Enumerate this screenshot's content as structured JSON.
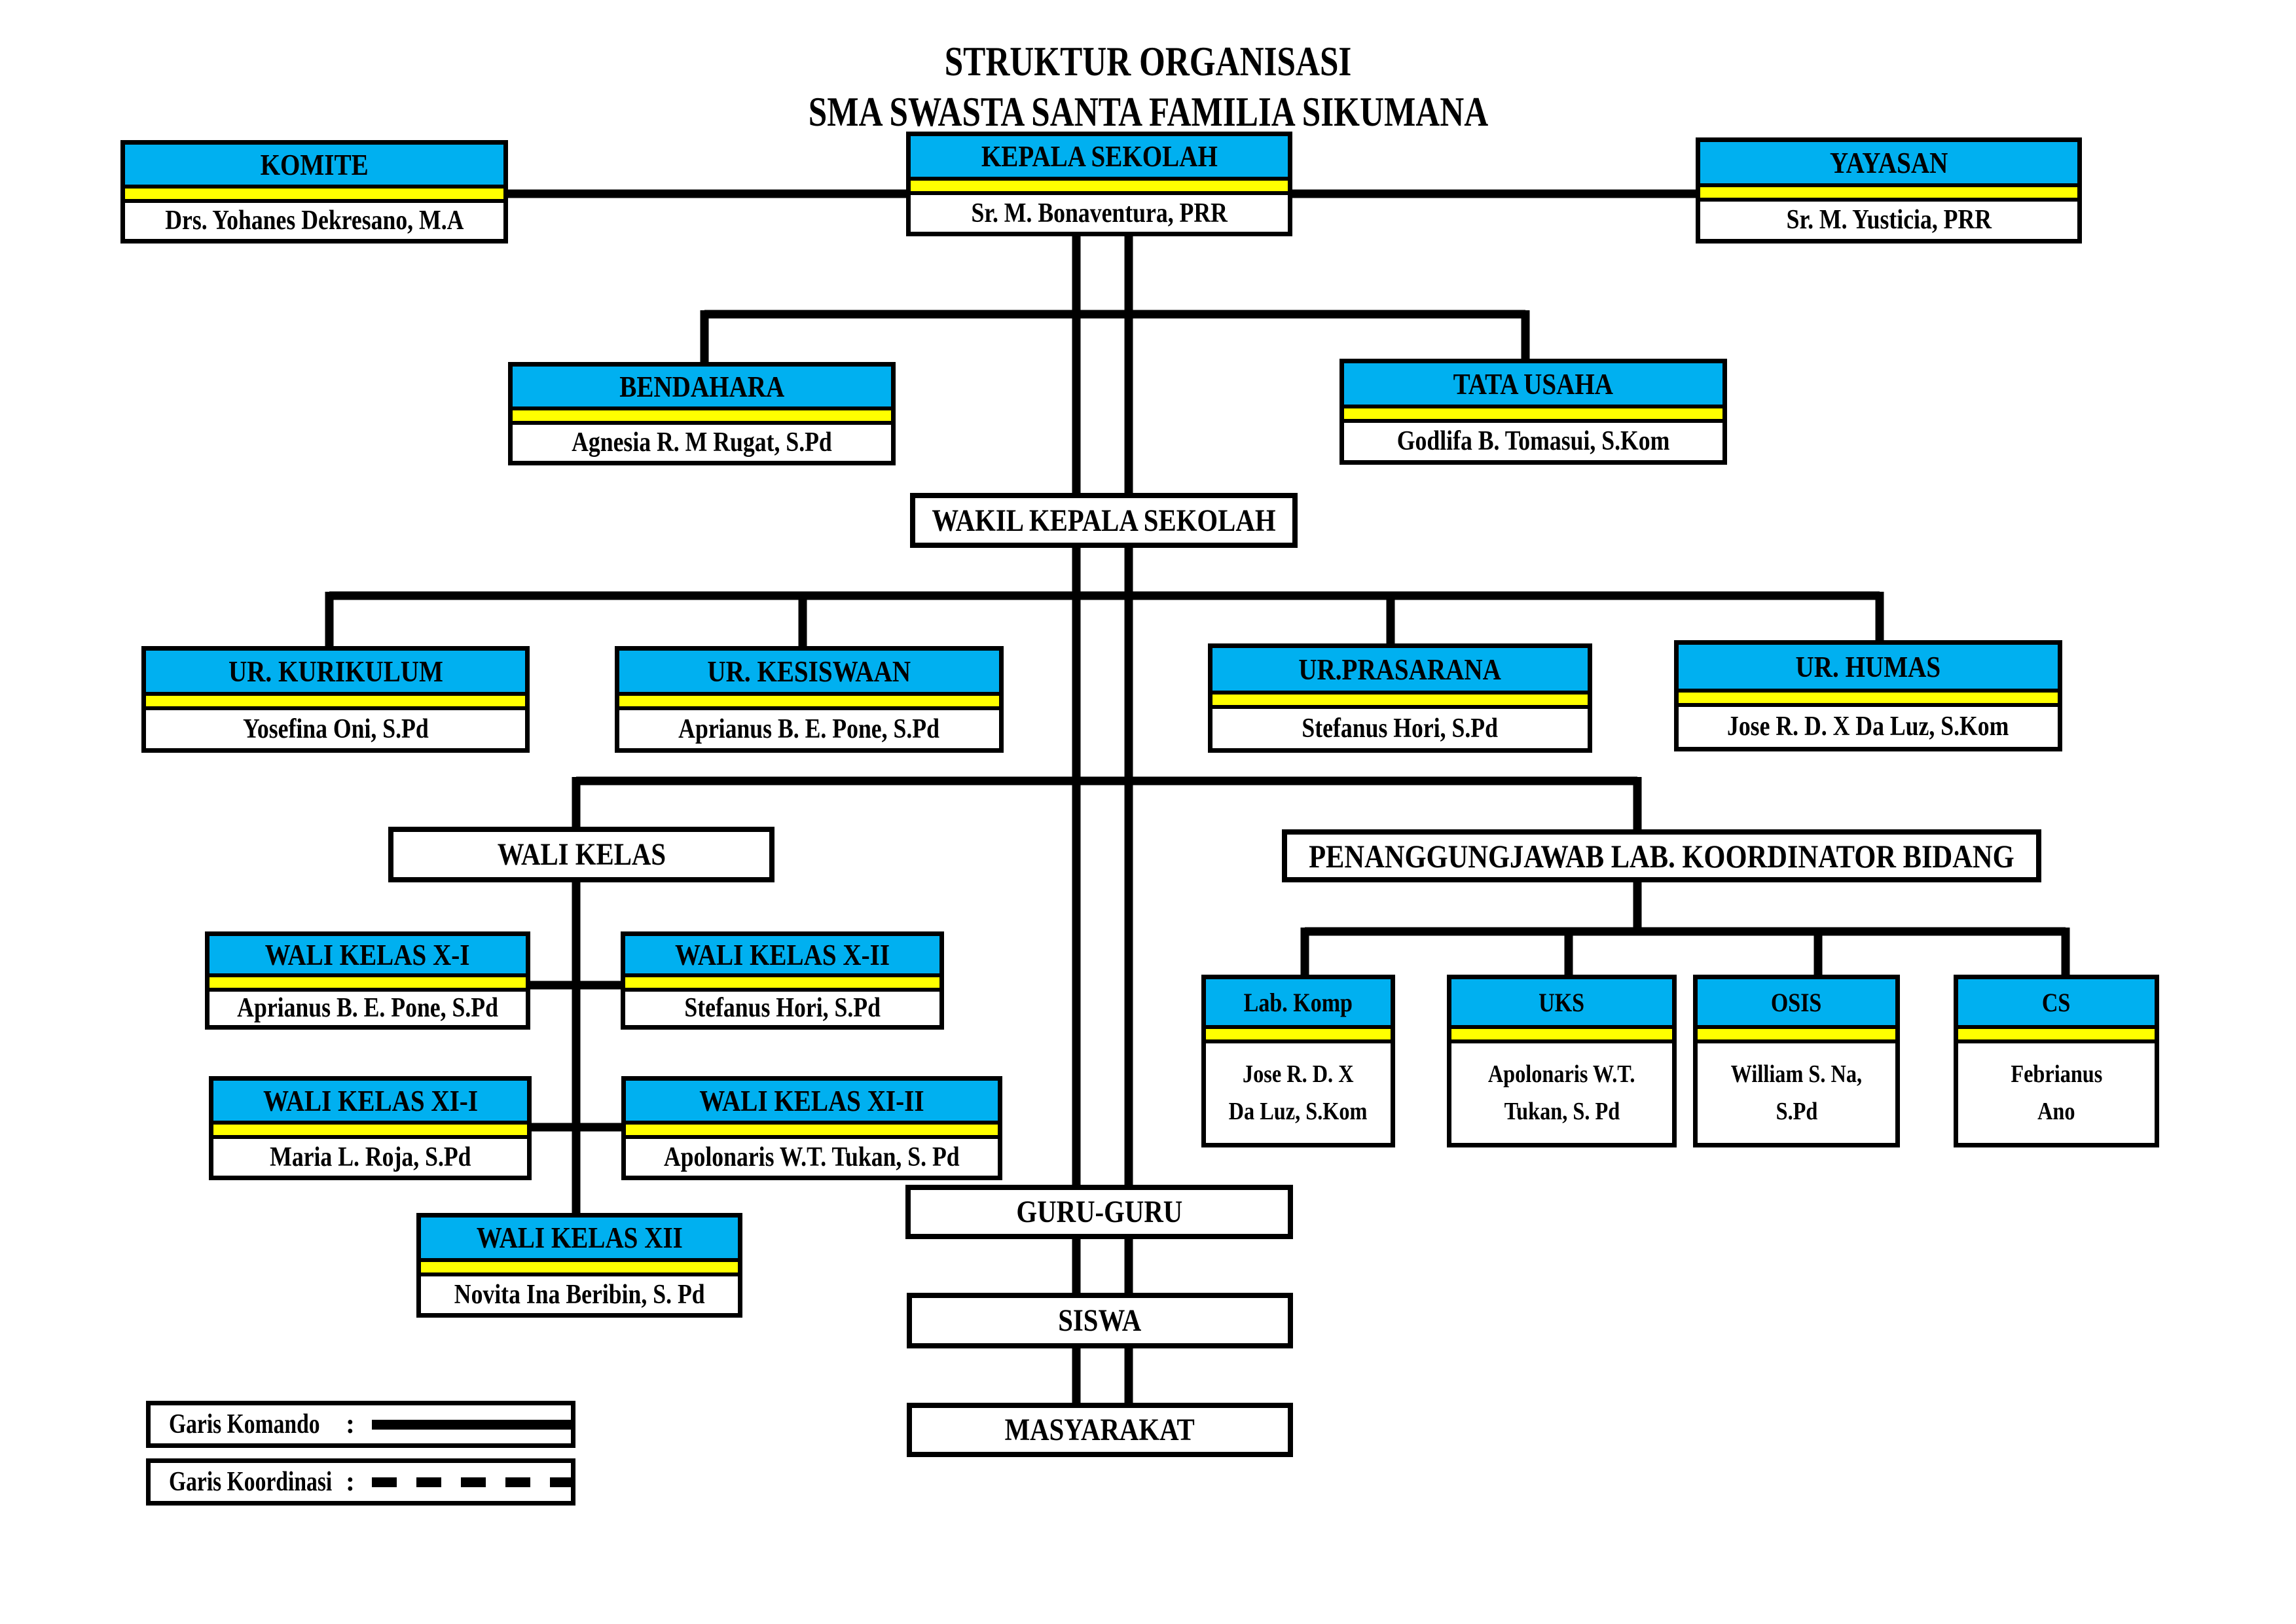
{
  "title": {
    "line1": "STRUKTUR ORGANISASI",
    "line2": "SMA SWASTA SANTA FAMILIA SIKUMANA"
  },
  "colors": {
    "header_fill": "#00B0F0",
    "stripe_fill": "#FFFF00",
    "line": "#000000",
    "box_bg": "#FFFFFF"
  },
  "nodes": {
    "komite": {
      "title": "KOMITE",
      "name": "Drs. Yohanes Dekresano, M.A"
    },
    "kepala_sekolah": {
      "title": "KEPALA SEKOLAH",
      "name": "Sr. M. Bonaventura, PRR"
    },
    "yayasan": {
      "title": "YAYASAN",
      "name": "Sr. M. Yusticia, PRR"
    },
    "bendahara": {
      "title": "BENDAHARA",
      "name": "Agnesia R. M Rugat, S.Pd"
    },
    "tata_usaha": {
      "title": "TATA USAHA",
      "name": "Godlifa B. Tomasui, S.Kom"
    },
    "wakil_kepala_sekolah": {
      "title": "WAKIL KEPALA SEKOLAH"
    },
    "ur_kurikulum": {
      "title": "UR. KURIKULUM",
      "name": "Yosefina Oni, S.Pd"
    },
    "ur_kesiswaan": {
      "title": "UR. KESISWAAN",
      "name": "Aprianus B. E. Pone, S.Pd"
    },
    "ur_prasarana": {
      "title": "UR.PRASARANA",
      "name": "Stefanus Hori, S.Pd"
    },
    "ur_humas": {
      "title": "UR. HUMAS",
      "name": "Jose R. D. X Da Luz, S.Kom"
    },
    "wali_kelas": {
      "title": "WALI KELAS"
    },
    "penanggungjawab": {
      "title": "PENANGGUNGJAWAB LAB. KOORDINATOR BIDANG"
    },
    "wali_kelas_x1": {
      "title": "WALI KELAS X-I",
      "name": "Aprianus B. E. Pone, S.Pd"
    },
    "wali_kelas_x2": {
      "title": "WALI KELAS X-II",
      "name": "Stefanus Hori, S.Pd"
    },
    "wali_kelas_xi1": {
      "title": "WALI KELAS XI-I",
      "name": "Maria L. Roja, S.Pd"
    },
    "wali_kelas_xi2": {
      "title": "WALI KELAS XI-II",
      "name": "Apolonaris W.T. Tukan, S. Pd"
    },
    "wali_kelas_xii": {
      "title": "WALI KELAS XII",
      "name": "Novita Ina Beribin, S. Pd"
    },
    "lab_komp": {
      "title": "Lab. Komp",
      "name_line1": "Jose R. D. X",
      "name_line2": "Da Luz, S.Kom"
    },
    "uks": {
      "title": "UKS",
      "name_line1": "Apolonaris W.T.",
      "name_line2": "Tukan, S. Pd"
    },
    "osis": {
      "title": "OSIS",
      "name_line1": "William S. Na,",
      "name_line2": "S.Pd"
    },
    "cs": {
      "title": "CS",
      "name_line1": "Febrianus",
      "name_line2": "Ano"
    },
    "guru_guru": {
      "title": "GURU-GURU"
    },
    "siswa": {
      "title": "SISWA"
    },
    "masyarakat": {
      "title": "MASYARAKAT"
    }
  },
  "legend": {
    "komando": {
      "label": "Garis Komando",
      "colon": ":",
      "line_style": "solid"
    },
    "koordinasi": {
      "label": "Garis Koordinasi",
      "colon": ":",
      "line_style": "dashed"
    }
  }
}
